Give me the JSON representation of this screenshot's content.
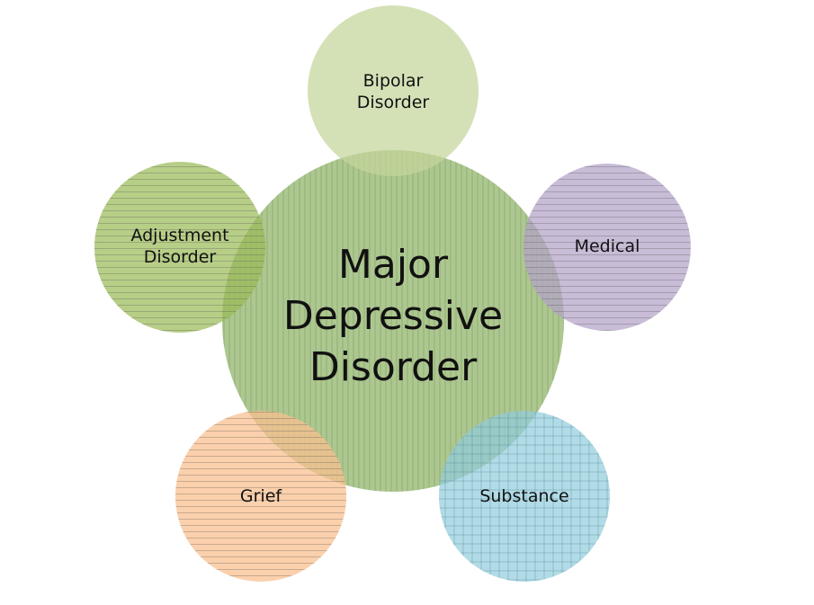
{
  "center": {
    "lines": [
      "Major",
      "Depressive",
      "Disorder"
    ],
    "fill": "#a9c48a",
    "pattern": "vertical-lines"
  },
  "satellites": [
    {
      "id": "bipolar",
      "lines": [
        "Bipolar",
        "Disorder"
      ],
      "fill": "#c3d69b",
      "pattern": "none"
    },
    {
      "id": "medical",
      "lines": [
        "Medical"
      ],
      "fill": "#b3a2c7",
      "pattern": "horizontal-lines"
    },
    {
      "id": "substance",
      "lines": [
        "Substance"
      ],
      "fill": "#93cddd",
      "pattern": "grid"
    },
    {
      "id": "grief",
      "lines": [
        "Grief"
      ],
      "fill": "#fac090",
      "pattern": "horizontal-lines"
    },
    {
      "id": "adjustment",
      "lines": [
        "Adjustment",
        "Disorder"
      ],
      "fill": "#9bbb59",
      "pattern": "horizontal-lines"
    }
  ]
}
